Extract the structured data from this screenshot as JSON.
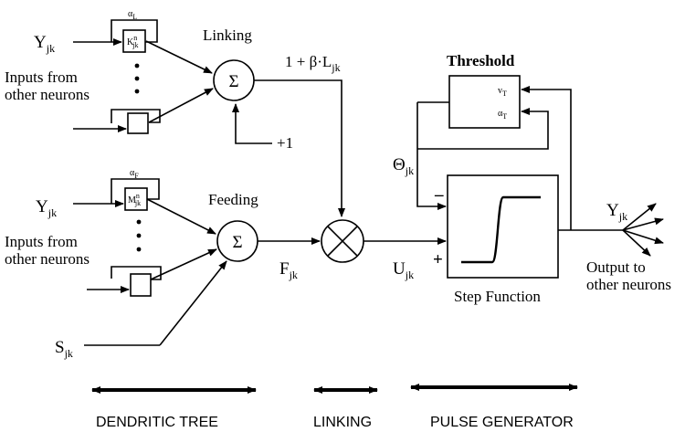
{
  "dendritic": {
    "link_input_y": "Y",
    "link_input_y_sub": "jk",
    "link_inputs_note_l1": "Inputs from",
    "link_inputs_note_l2": "other neurons",
    "alpha_l": "α",
    "alpha_l_sub": "L",
    "k_box": "K",
    "k_box_sup": "n",
    "k_box_sub": "jk",
    "feed_input_y": "Y",
    "feed_input_y_sub": "jk",
    "feed_inputs_note_l1": "Inputs from",
    "feed_inputs_note_l2": "other neurons",
    "alpha_f": "α",
    "alpha_f_sub": "F",
    "m_box": "M",
    "m_box_sup": "n",
    "m_box_sub": "jk",
    "stim": "S",
    "stim_sub": "jk"
  },
  "linking": {
    "title": "Linking",
    "sum_symbol": "Σ",
    "plus_one": "+1",
    "expr_main": "1 + β·L",
    "expr_sub": "jk",
    "mult_symbol": "⊗"
  },
  "feeding": {
    "title": "Feeding",
    "sum_symbol": "Σ",
    "f": "F",
    "f_sub": "jk"
  },
  "pulse": {
    "u": "U",
    "u_sub": "jk",
    "threshold_title": "Threshold",
    "v_t": "v",
    "v_t_sub": "T",
    "alpha_t": "α",
    "alpha_t_sub": "T",
    "theta": "Θ",
    "theta_sub": "jk",
    "minus": "–",
    "plus": "+",
    "step_title": "Step Function",
    "output_y": "Y",
    "output_y_sub": "jk",
    "output_note_l1": "Output to",
    "output_note_l2": "other neurons"
  },
  "stages": {
    "dendritic": "DENDRITIC TREE",
    "linking": "LINKING",
    "pulse": "PULSE GENERATOR"
  }
}
